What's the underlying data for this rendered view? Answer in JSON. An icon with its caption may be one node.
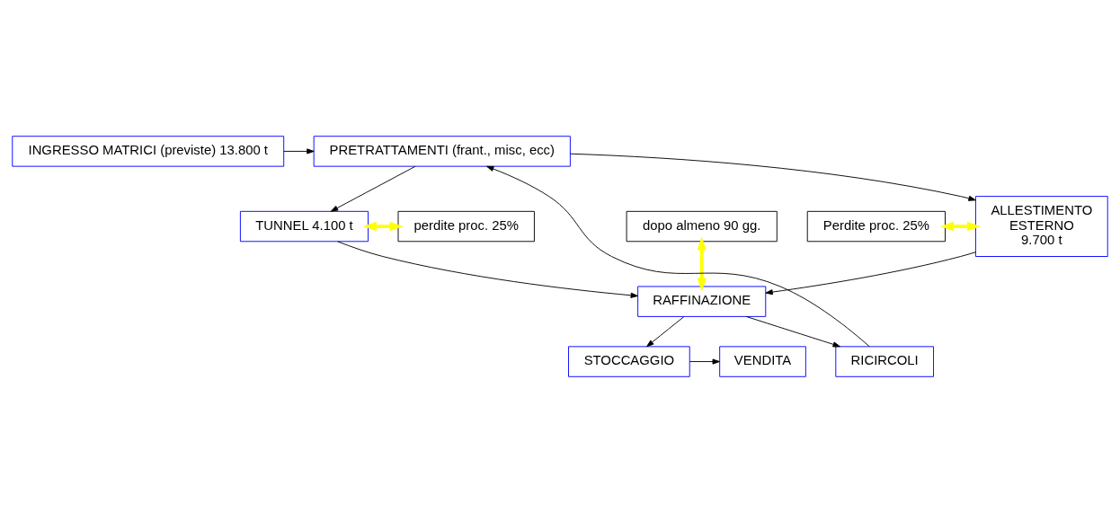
{
  "diagram": {
    "nodes": [
      {
        "text": [
          "INGRESSO MATRICI (previste) 13.800 t"
        ]
      },
      {
        "text": [
          "PRETRATTAMENTI (frant., misc, ecc)"
        ]
      },
      {
        "text": [
          "TUNNEL 4.100 t"
        ]
      },
      {
        "text": [
          "perdite proc. 25%"
        ]
      },
      {
        "text": [
          "dopo almeno 90 gg."
        ]
      },
      {
        "text": [
          "Perdite proc. 25%"
        ]
      },
      {
        "text": [
          "ALLESTIMENTO",
          "ESTERNO",
          "9.700 t"
        ]
      },
      {
        "text": [
          "RAFFINAZIONE"
        ]
      },
      {
        "text": [
          "VENDITA"
        ]
      },
      {
        "text": [
          "STOCCAGGIO"
        ]
      },
      {
        "text": [
          "RICIRCOLI"
        ]
      }
    ],
    "edges": [
      {
        "from": 0,
        "to": 1,
        "arrow": "to"
      },
      {
        "from": 1,
        "to": 2,
        "arrow": "to"
      },
      {
        "from": 1,
        "to": 6,
        "arrow": "to"
      },
      {
        "from": 2,
        "to": 3,
        "arrow": "both",
        "style": "thick",
        "color": "#ffff00"
      },
      {
        "from": 5,
        "to": 6,
        "arrow": "both",
        "style": "thick",
        "color": "#ffff00"
      },
      {
        "from": 4,
        "to": 7,
        "arrow": "both",
        "style": "thick",
        "color": "#ffff00"
      },
      {
        "from": 2,
        "to": 7,
        "arrow": "to"
      },
      {
        "from": 6,
        "to": 7,
        "arrow": "to"
      },
      {
        "from": 7,
        "to": 9,
        "arrow": "to"
      },
      {
        "from": 7,
        "to": 10,
        "arrow": "to"
      },
      {
        "from": 9,
        "to": 8,
        "arrow": "to"
      },
      {
        "from": 10,
        "to": 1,
        "arrow": "to"
      }
    ]
  }
}
